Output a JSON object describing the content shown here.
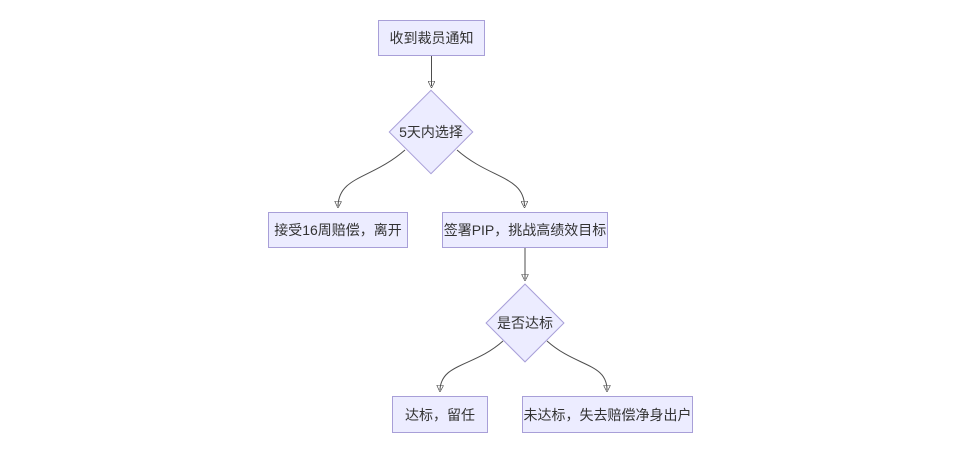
{
  "diagram": {
    "type": "flowchart",
    "direction": "top-down",
    "colors": {
      "background": "#ffffff",
      "node_fill": "#ececff",
      "node_border": "#a89fd8",
      "edge": "#4d4d4d",
      "text": "#333333"
    },
    "nodes": [
      {
        "id": "start",
        "shape": "rect",
        "label": "收到裁员通知"
      },
      {
        "id": "choose",
        "shape": "diamond",
        "label": "5天内选择"
      },
      {
        "id": "severance",
        "shape": "rect",
        "label": "接受16周赔偿，离开"
      },
      {
        "id": "pip",
        "shape": "rect",
        "label": "签署PIP，挑战高绩效目标"
      },
      {
        "id": "target",
        "shape": "diamond",
        "label": "是否达标"
      },
      {
        "id": "stay",
        "shape": "rect",
        "label": "达标，留任"
      },
      {
        "id": "out",
        "shape": "rect",
        "label": "未达标，失去赔偿净身出户"
      }
    ],
    "edges": [
      {
        "from": "start",
        "to": "choose"
      },
      {
        "from": "choose",
        "to": "severance"
      },
      {
        "from": "choose",
        "to": "pip"
      },
      {
        "from": "pip",
        "to": "target"
      },
      {
        "from": "target",
        "to": "stay"
      },
      {
        "from": "target",
        "to": "out"
      }
    ]
  }
}
